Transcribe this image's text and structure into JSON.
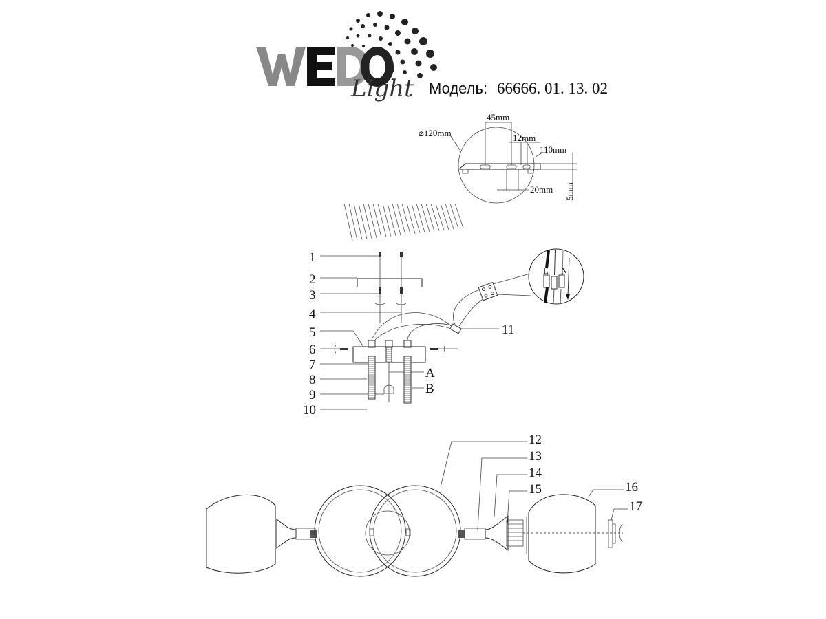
{
  "header": {
    "brand_logo": "WEDO Light",
    "model_label": "Модель:",
    "model_number": "66666. 01. 13. 02"
  },
  "dimensions": {
    "diameter": "⌀120mm",
    "hole_spacing": "45mm",
    "slot_width": "12mm",
    "plate_length": "110mm",
    "center_slot": "20mm",
    "thickness": "5mm"
  },
  "wiring": {
    "live": "L",
    "neutral": "N"
  },
  "parts": {
    "p1": "1",
    "p2": "2",
    "p3": "3",
    "p4": "4",
    "p5": "5",
    "p6": "6",
    "p7": "7",
    "p8": "8",
    "p9": "9",
    "p10": "10",
    "p11": "11",
    "pA": "A",
    "pB": "B",
    "p12": "12",
    "p13": "13",
    "p14": "14",
    "p15": "15",
    "p16": "16",
    "p17": "17"
  }
}
